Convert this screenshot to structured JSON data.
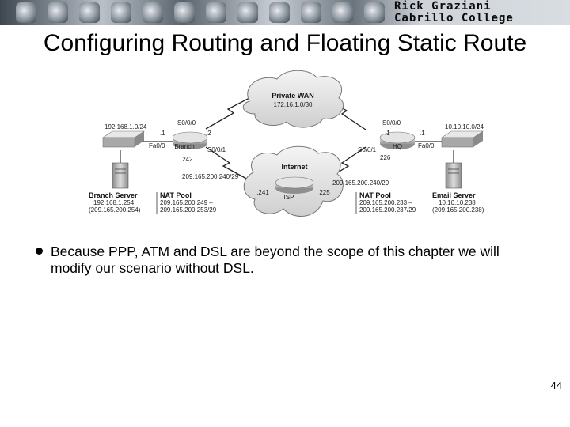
{
  "header": {
    "author_line1": "Rick Graziani",
    "author_line2": "Cabrillo College"
  },
  "slide": {
    "title": "Configuring Routing and Floating Static Route",
    "bullet": "Because PPP, ATM and DSL are beyond the scope of this chapter we will modify our scenario without DSL.",
    "page_number": "44"
  },
  "diagram": {
    "private_wan": {
      "label": "Private WAN",
      "subnet": "172.16.1.0/30"
    },
    "internet": {
      "label": "Internet"
    },
    "isp": {
      "label": "ISP",
      "if_left": ".241",
      "if_right": "225"
    },
    "branch": {
      "label": "Branch",
      "s000": "S0/0/0",
      "s000_ip": ".2",
      "s001": "S0/0/1",
      "s001_ip": ".242",
      "fa00": "Fa0/0",
      "fa00_ip": ".1",
      "lan": "192.168.1.0/24",
      "wan_subnet": "209.165.200.240/29"
    },
    "hq": {
      "label": "HQ",
      "s000": "S0/0/0",
      "s000_ip": ".1",
      "s001": "S0/0/1",
      "s001_ip": "226",
      "fa00": "Fa0/0",
      "fa00_ip": ".1",
      "lan": "10.10.10.0/24",
      "wan_subnet": "209.165.200.240/29"
    },
    "branch_server": {
      "title": "Branch Server",
      "ip": "192.168.1.254",
      "nat_ip": "(209.165.200.254)"
    },
    "branch_nat": {
      "title": "NAT Pool",
      "line1": "209.165.200.249 –",
      "line2": "209.165.200.253/29"
    },
    "hq_nat": {
      "title": "NAT Pool",
      "line1": "209.165.200.233 –",
      "line2": "209.165.200.237/29"
    },
    "email_server": {
      "title": "Email Server",
      "ip": "10.10.10.238",
      "nat_ip": "(209.165.200.238)"
    }
  }
}
